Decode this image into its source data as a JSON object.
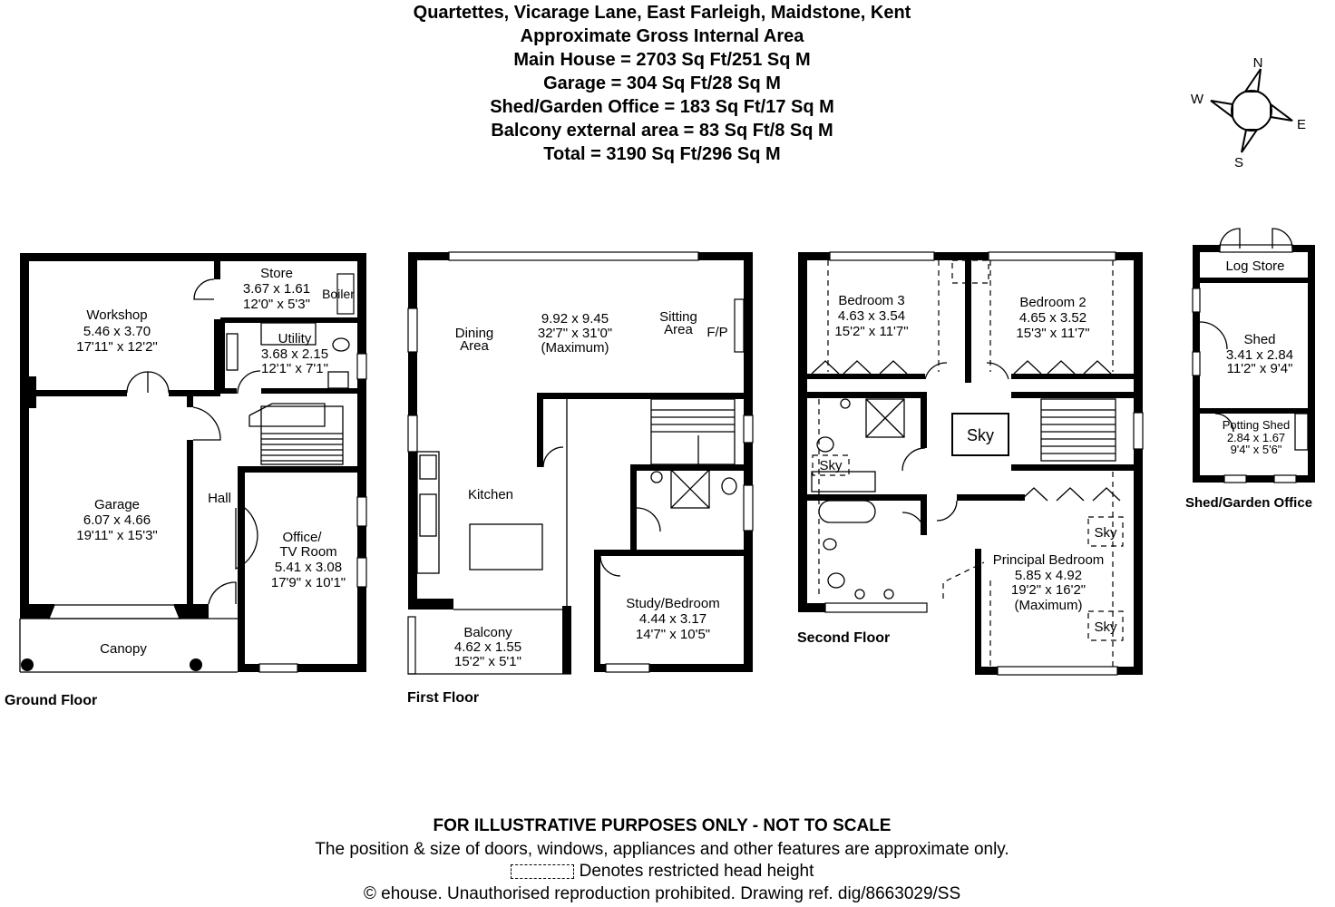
{
  "header": {
    "address": "Quartettes, Vicarage Lane, East Farleigh, Maidstone, Kent",
    "area_title": "Approximate Gross Internal Area",
    "main_house": "Main House = 2703 Sq Ft/251 Sq M",
    "garage": "Garage = 304 Sq Ft/28 Sq M",
    "shed": "Shed/Garden Office = 183 Sq Ft/17 Sq M",
    "balcony": "Balcony external area = 83 Sq Ft/8 Sq M",
    "total": "Total = 3190 Sq Ft/296 Sq M"
  },
  "compass": {
    "n": "N",
    "s": "S",
    "e": "E",
    "w": "W"
  },
  "floors": {
    "ground": "Ground Floor",
    "first": "First Floor",
    "second": "Second Floor",
    "shed": "Shed/Garden Office"
  },
  "ground": {
    "workshop": [
      "Workshop",
      "5.46 x 3.70",
      "17'11\" x 12'2\""
    ],
    "store": [
      "Store",
      "3.67 x 1.61",
      "12'0\" x 5'3\""
    ],
    "boiler": "Boiler",
    "utility": [
      "Utility",
      "3.68 x 2.15",
      "12'1\" x 7'1\""
    ],
    "garage": [
      "Garage",
      "6.07 x 4.66",
      "19'11\" x 15'3\""
    ],
    "hall": "Hall",
    "office": [
      "Office/",
      "TV Room",
      "5.41 x 3.08",
      "17'9\" x 10'1\""
    ],
    "canopy": "Canopy"
  },
  "first": {
    "dining": [
      "Dining",
      "Area"
    ],
    "main": [
      "9.92 x 9.45",
      "32'7\" x 31'0\"",
      "(Maximum)"
    ],
    "sitting": [
      "Sitting",
      "Area"
    ],
    "fp": "F/P",
    "kitchen": "Kitchen",
    "study": [
      "Study/Bedroom",
      "4.44 x 3.17",
      "14'7\" x 10'5\""
    ],
    "balcony": [
      "Balcony",
      "4.62 x 1.55",
      "15'2\" x 5'1\""
    ]
  },
  "second": {
    "bed3": [
      "Bedroom 3",
      "4.63 x 3.54",
      "15'2\" x 11'7\""
    ],
    "bed2": [
      "Bedroom 2",
      "4.65 x 3.52",
      "15'3\" x 11'7\""
    ],
    "sky": "Sky",
    "principal": [
      "Principal Bedroom",
      "5.85 x 4.92",
      "19'2\" x 16'2\"",
      "(Maximum)"
    ]
  },
  "shed": {
    "log_store": "Log Store",
    "shed": [
      "Shed",
      "3.41 x 2.84",
      "11'2\" x 9'4\""
    ],
    "potting": [
      "Potting Shed",
      "2.84 x 1.67",
      "9'4\" x 5'6\""
    ]
  },
  "footer": {
    "illustrative": "FOR ILLUSTRATIVE PURPOSES ONLY - NOT TO SCALE",
    "position_note": "The position & size of doors, windows, appliances and other features are approximate only.",
    "restricted": "Denotes restricted head height",
    "copyright": "© ehouse. Unauthorised reproduction prohibited. Drawing ref. dig/8663029/SS"
  }
}
